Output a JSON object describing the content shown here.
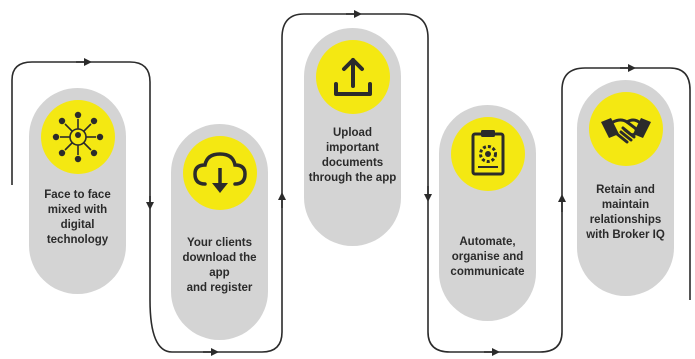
{
  "colors": {
    "accent": "#f4e812",
    "pill": "#d4d4d4",
    "line": "#2b2b2b",
    "text": "#2b2b2b"
  },
  "steps": [
    {
      "icon": "network-people-icon",
      "label": "Face to face\nmixed with\ndigital\ntechnology"
    },
    {
      "icon": "cloud-download-icon",
      "label": "Your clients\ndownload the app\nand register"
    },
    {
      "icon": "upload-icon",
      "label": "Upload\nimportant\ndocuments\nthrough the app"
    },
    {
      "icon": "clipboard-gear-icon",
      "label": "Automate,\norganise and\ncommunicate"
    },
    {
      "icon": "handshake-icon",
      "label": "Retain and\nmaintain\nrelationships\nwith Broker IQ"
    }
  ]
}
